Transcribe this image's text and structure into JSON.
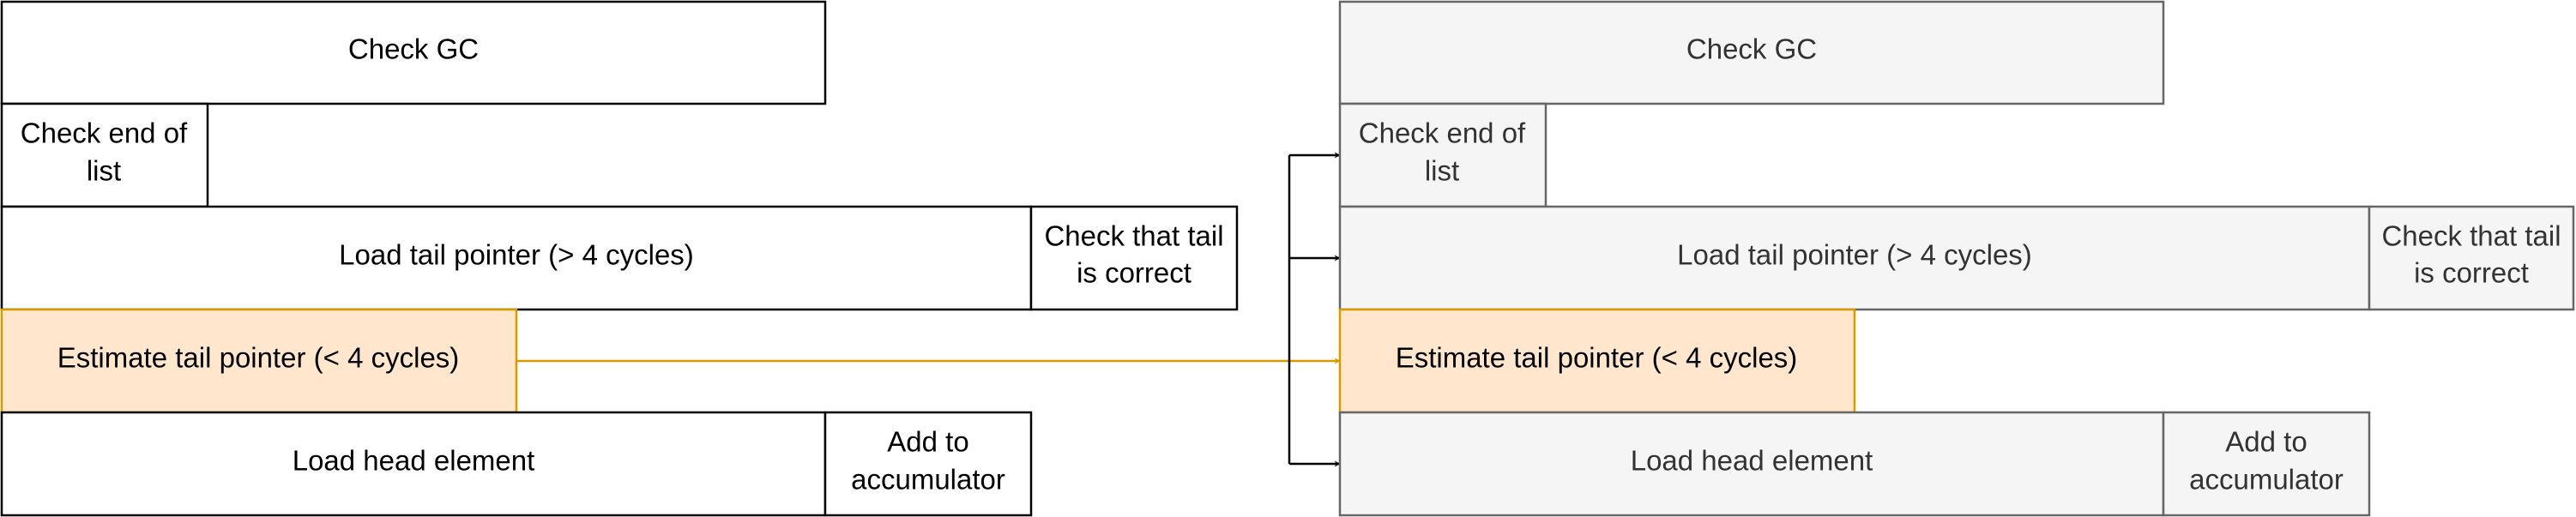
{
  "left_timeline": {
    "check_gc": "Check GC",
    "check_end_of_list": [
      "Check end of",
      "list"
    ],
    "load_tail_pointer": "Load tail pointer (> 4 cycles)",
    "check_tail_correct": [
      "Check that tail",
      "is correct"
    ],
    "estimate_tail_pointer": "Estimate tail pointer (< 4 cycles)",
    "load_head_element": "Load head element",
    "add_to_accumulator": [
      "Add to",
      "accumulator"
    ]
  },
  "right_timeline": {
    "check_gc": "Check GC",
    "check_end_of_list": [
      "Check end of",
      "list"
    ],
    "load_tail_pointer": "Load tail pointer (> 4 cycles)",
    "check_tail_correct": [
      "Check that tail",
      "is correct"
    ],
    "estimate_tail_pointer": "Estimate tail pointer (< 4 cycles)",
    "load_head_element": "Load head element",
    "add_to_accumulator": [
      "Add to",
      "accumulator"
    ]
  },
  "colors": {
    "highlight_fill": "#ffe6cc",
    "highlight_stroke": "#d79b00",
    "gray_fill": "#f5f5f5",
    "gray_stroke": "#666666",
    "gray_text": "#333333"
  }
}
